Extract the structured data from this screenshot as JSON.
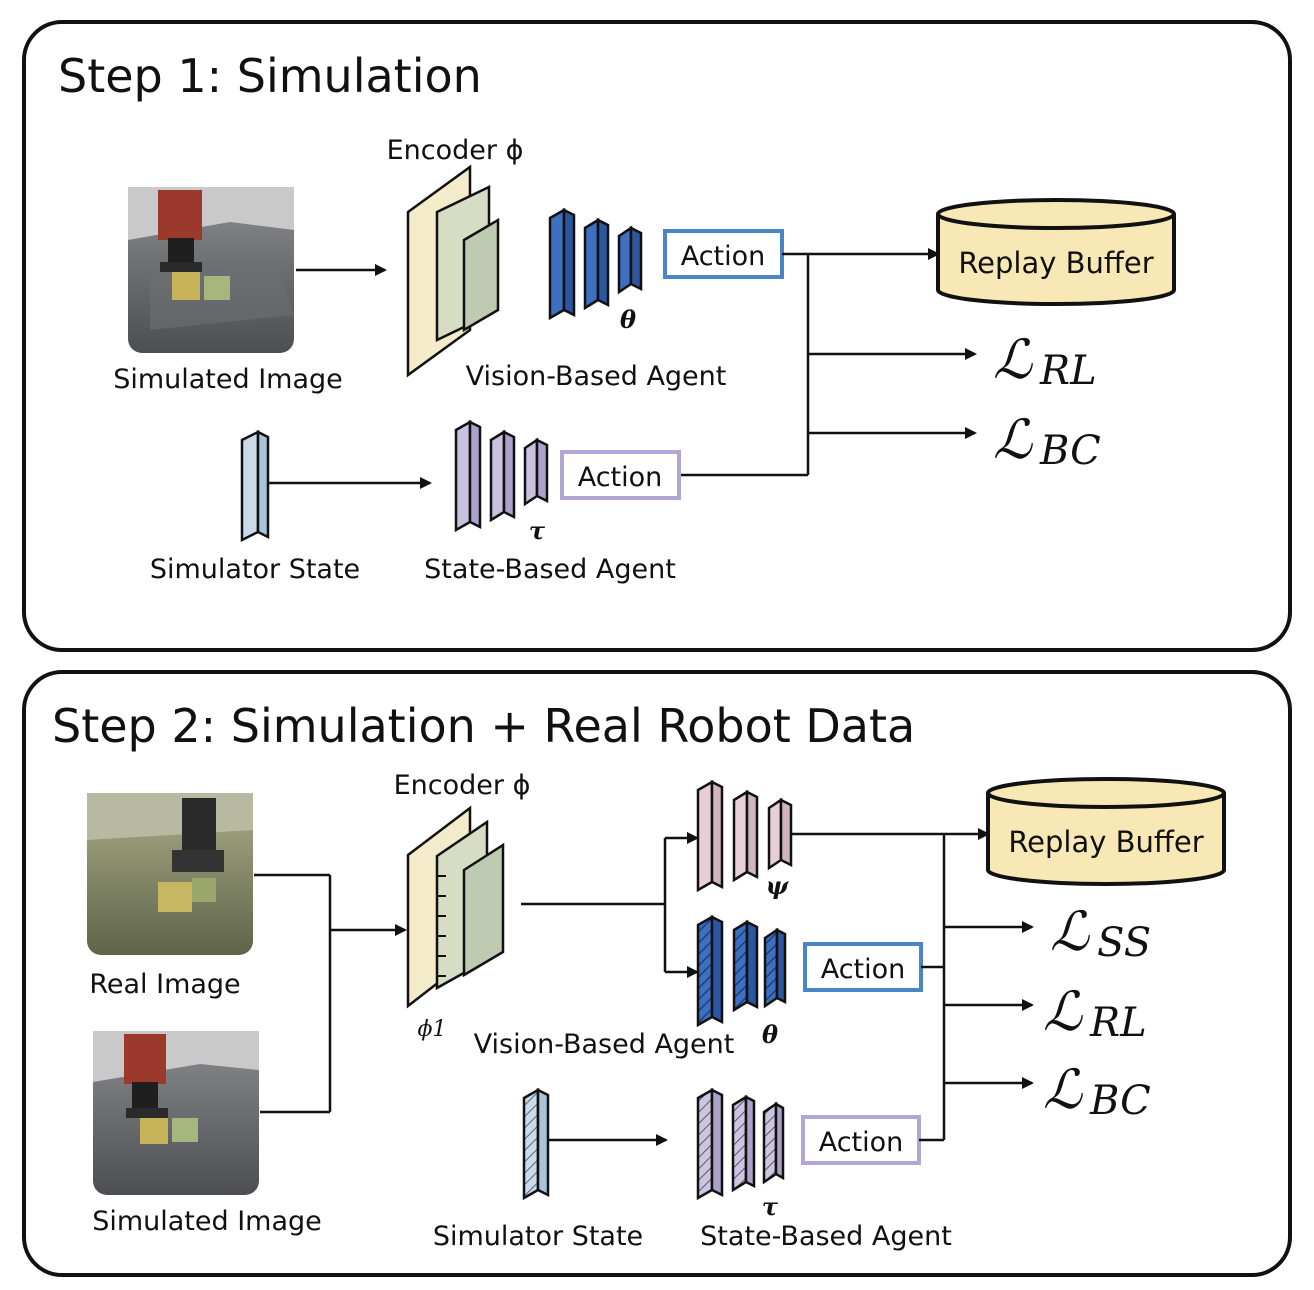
{
  "step1": {
    "title": "Step 1: Simulation",
    "encoder_label": "Encoder ϕ",
    "image_label": "Simulated Image",
    "vision_agent_label": "Vision-Based Agent",
    "vision_param": "θ",
    "state_label": "Simulator State",
    "state_agent_label": "State-Based Agent",
    "state_param": "τ",
    "action_vision": "Action",
    "action_state": "Action",
    "replay_buffer": "Replay Buffer",
    "loss_rl": {
      "symbol": "ℒ",
      "sub": "RL"
    },
    "loss_bc": {
      "symbol": "ℒ",
      "sub": "BC"
    }
  },
  "step2": {
    "title": "Step 2: Simulation + Real Robot Data",
    "encoder_label": "Encoder ϕ",
    "encoder_sub_label": "ϕ1",
    "real_image_label": "Real Image",
    "sim_image_label": "Simulated Image",
    "ss_param": "ψ",
    "vision_agent_label": "Vision-Based Agent",
    "vision_param": "θ",
    "state_label": "Simulator State",
    "state_agent_label": "State-Based Agent",
    "state_param": "τ",
    "action_vision": "Action",
    "action_state": "Action",
    "replay_buffer": "Replay Buffer",
    "loss_ss": {
      "symbol": "ℒ",
      "sub": "SS"
    },
    "loss_rl": {
      "symbol": "ℒ",
      "sub": "RL"
    },
    "loss_bc": {
      "symbol": "ℒ",
      "sub": "BC"
    }
  },
  "colors": {
    "vision_action_border": "#4a86c5",
    "state_action_border": "#b3a6d6",
    "vision_layer": "#3e6fc0",
    "state_layer": "#c9c2de",
    "encoder_front": "#f3ebc9",
    "encoder_mid": "#d7dcc4",
    "encoder_back": "#bfcab2",
    "replay_fill": "#f8e8b6",
    "ss_layer": "#e6cfd6",
    "state_vector": "#c9dbe9"
  }
}
